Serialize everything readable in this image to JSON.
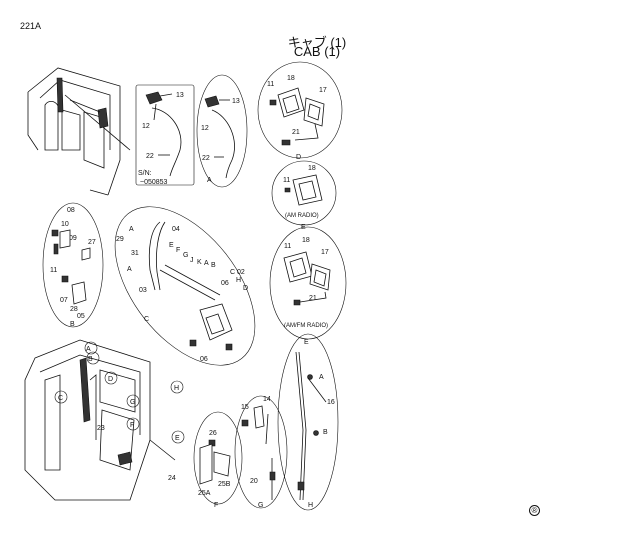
{
  "page_code": "221A",
  "title_jp": "キャブ (1)",
  "title_en": "CAB (1)",
  "corner_mark": "®",
  "serial_note": {
    "line1": "S/N:",
    "line2": "~050853"
  },
  "captions": {
    "am_radio": "(AM RADIO)",
    "amfm_radio": "(AM/FM RADIO)"
  },
  "view_letters": {
    "A": "A",
    "B": "B",
    "C": "C",
    "D": "D",
    "E": "E",
    "F": "F",
    "G": "G",
    "H": "H"
  },
  "part_numbers": {
    "p02": "02",
    "p03": "03",
    "p04": "04",
    "p05": "05",
    "p06": "06",
    "p07": "07",
    "p08": "08",
    "p09": "09",
    "p10": "10",
    "p11": "11",
    "p12": "12",
    "p13": "13",
    "p14": "14",
    "p15": "15",
    "p16": "16",
    "p17": "17",
    "p18": "18",
    "p20": "20",
    "p21": "21",
    "p22": "22",
    "p23": "23",
    "p24": "24",
    "p25a": "25A",
    "p25b": "25B",
    "p26": "26",
    "p27": "27",
    "p28": "28",
    "p29": "29",
    "p31": "31"
  },
  "arm_letters": {
    "E": "E",
    "F": "F",
    "G": "G",
    "J": "J",
    "K": "K",
    "A": "A",
    "B": "B",
    "C": "C",
    "H": "H",
    "D": "D"
  }
}
